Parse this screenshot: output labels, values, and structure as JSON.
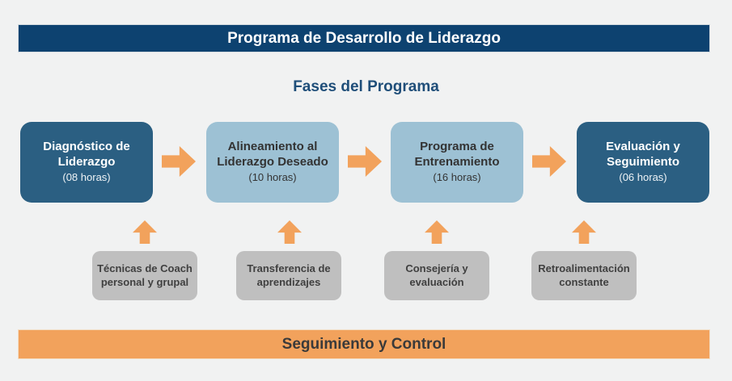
{
  "header": {
    "title": "Programa de Desarrollo de Liderazgo"
  },
  "section": {
    "subtitle": "Fases del Programa"
  },
  "phases": [
    {
      "title": "Diagnóstico de Liderazgo",
      "hours": "(08 horas)",
      "style": "dark"
    },
    {
      "title": "Alineamiento al Liderazgo Deseado",
      "hours": "(10 horas)",
      "style": "light"
    },
    {
      "title": "Programa de Entrenamiento",
      "hours": "(16 horas)",
      "style": "light"
    },
    {
      "title": "Evaluación y Seguimiento",
      "hours": "(06 horas)",
      "style": "dark"
    }
  ],
  "supports": [
    {
      "label": "Técnicas de Coach personal y grupal"
    },
    {
      "label": "Transferencia de aprendizajes"
    },
    {
      "label": "Consejería y evaluación"
    },
    {
      "label": "Retroalimentación constante"
    }
  ],
  "footer": {
    "title": "Seguimiento y Control"
  },
  "icons": {
    "flow_arrow": "block-arrow-right",
    "support_arrow": "block-arrow-up"
  },
  "colors": {
    "background": "#F1F2F2",
    "header_bar": "#0D4270",
    "subtitle_text": "#1F4E79",
    "phase_dark": "#2B5F82",
    "phase_light": "#9DC1D4",
    "support_gray": "#BFBFBF",
    "arrow_orange": "#F2A25C",
    "footer_bar": "#F2A25C",
    "dark_text": "#3A3A3A",
    "white_text": "#FFFFFF"
  }
}
